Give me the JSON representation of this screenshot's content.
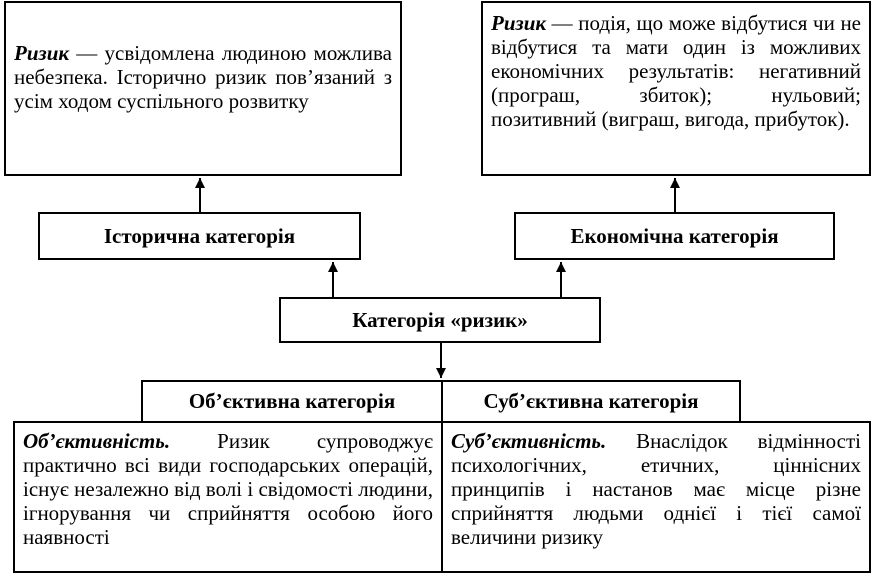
{
  "historical_definition": {
    "term": "Ризик",
    "text": " — усвідомлена людиною можлива небезпека. Історично ри­зик пов’язаний з усім ходом сус­пільного розвитку"
  },
  "economic_definition": {
    "term": "Ризик",
    "text": " — подія, що може відбу­тися чи не відбутися та мати один із можливих економічних ре­зультатів: негативний (програш, збиток); нульовий; позитивний (ви­граш, вигода, прибуток)."
  },
  "historical_category": {
    "label": "Історична категорія"
  },
  "economic_category": {
    "label": "Економічна категорія"
  },
  "risk_category": {
    "label": "Категорія «ризик»"
  },
  "objective_category": {
    "label": "Об’єктивна категорія"
  },
  "subjective_category": {
    "label": "Суб’єктивна категорія"
  },
  "objective_definition": {
    "term": "Об’єктивність.",
    "text": " Ризик супроводжує практично всі види господарських операцій, існує незалежно від волі і свідомості людини, ігнорування чи сприйняття особою його наявності"
  },
  "subjective_definition": {
    "term": "Суб’єктивність.",
    "text": " Внаслідок відмін­ності психологічних, етичних, цін­нісних принципів і настанов має міс­це різне сприйняття людьми однієї і тієї самої величини ризику"
  }
}
